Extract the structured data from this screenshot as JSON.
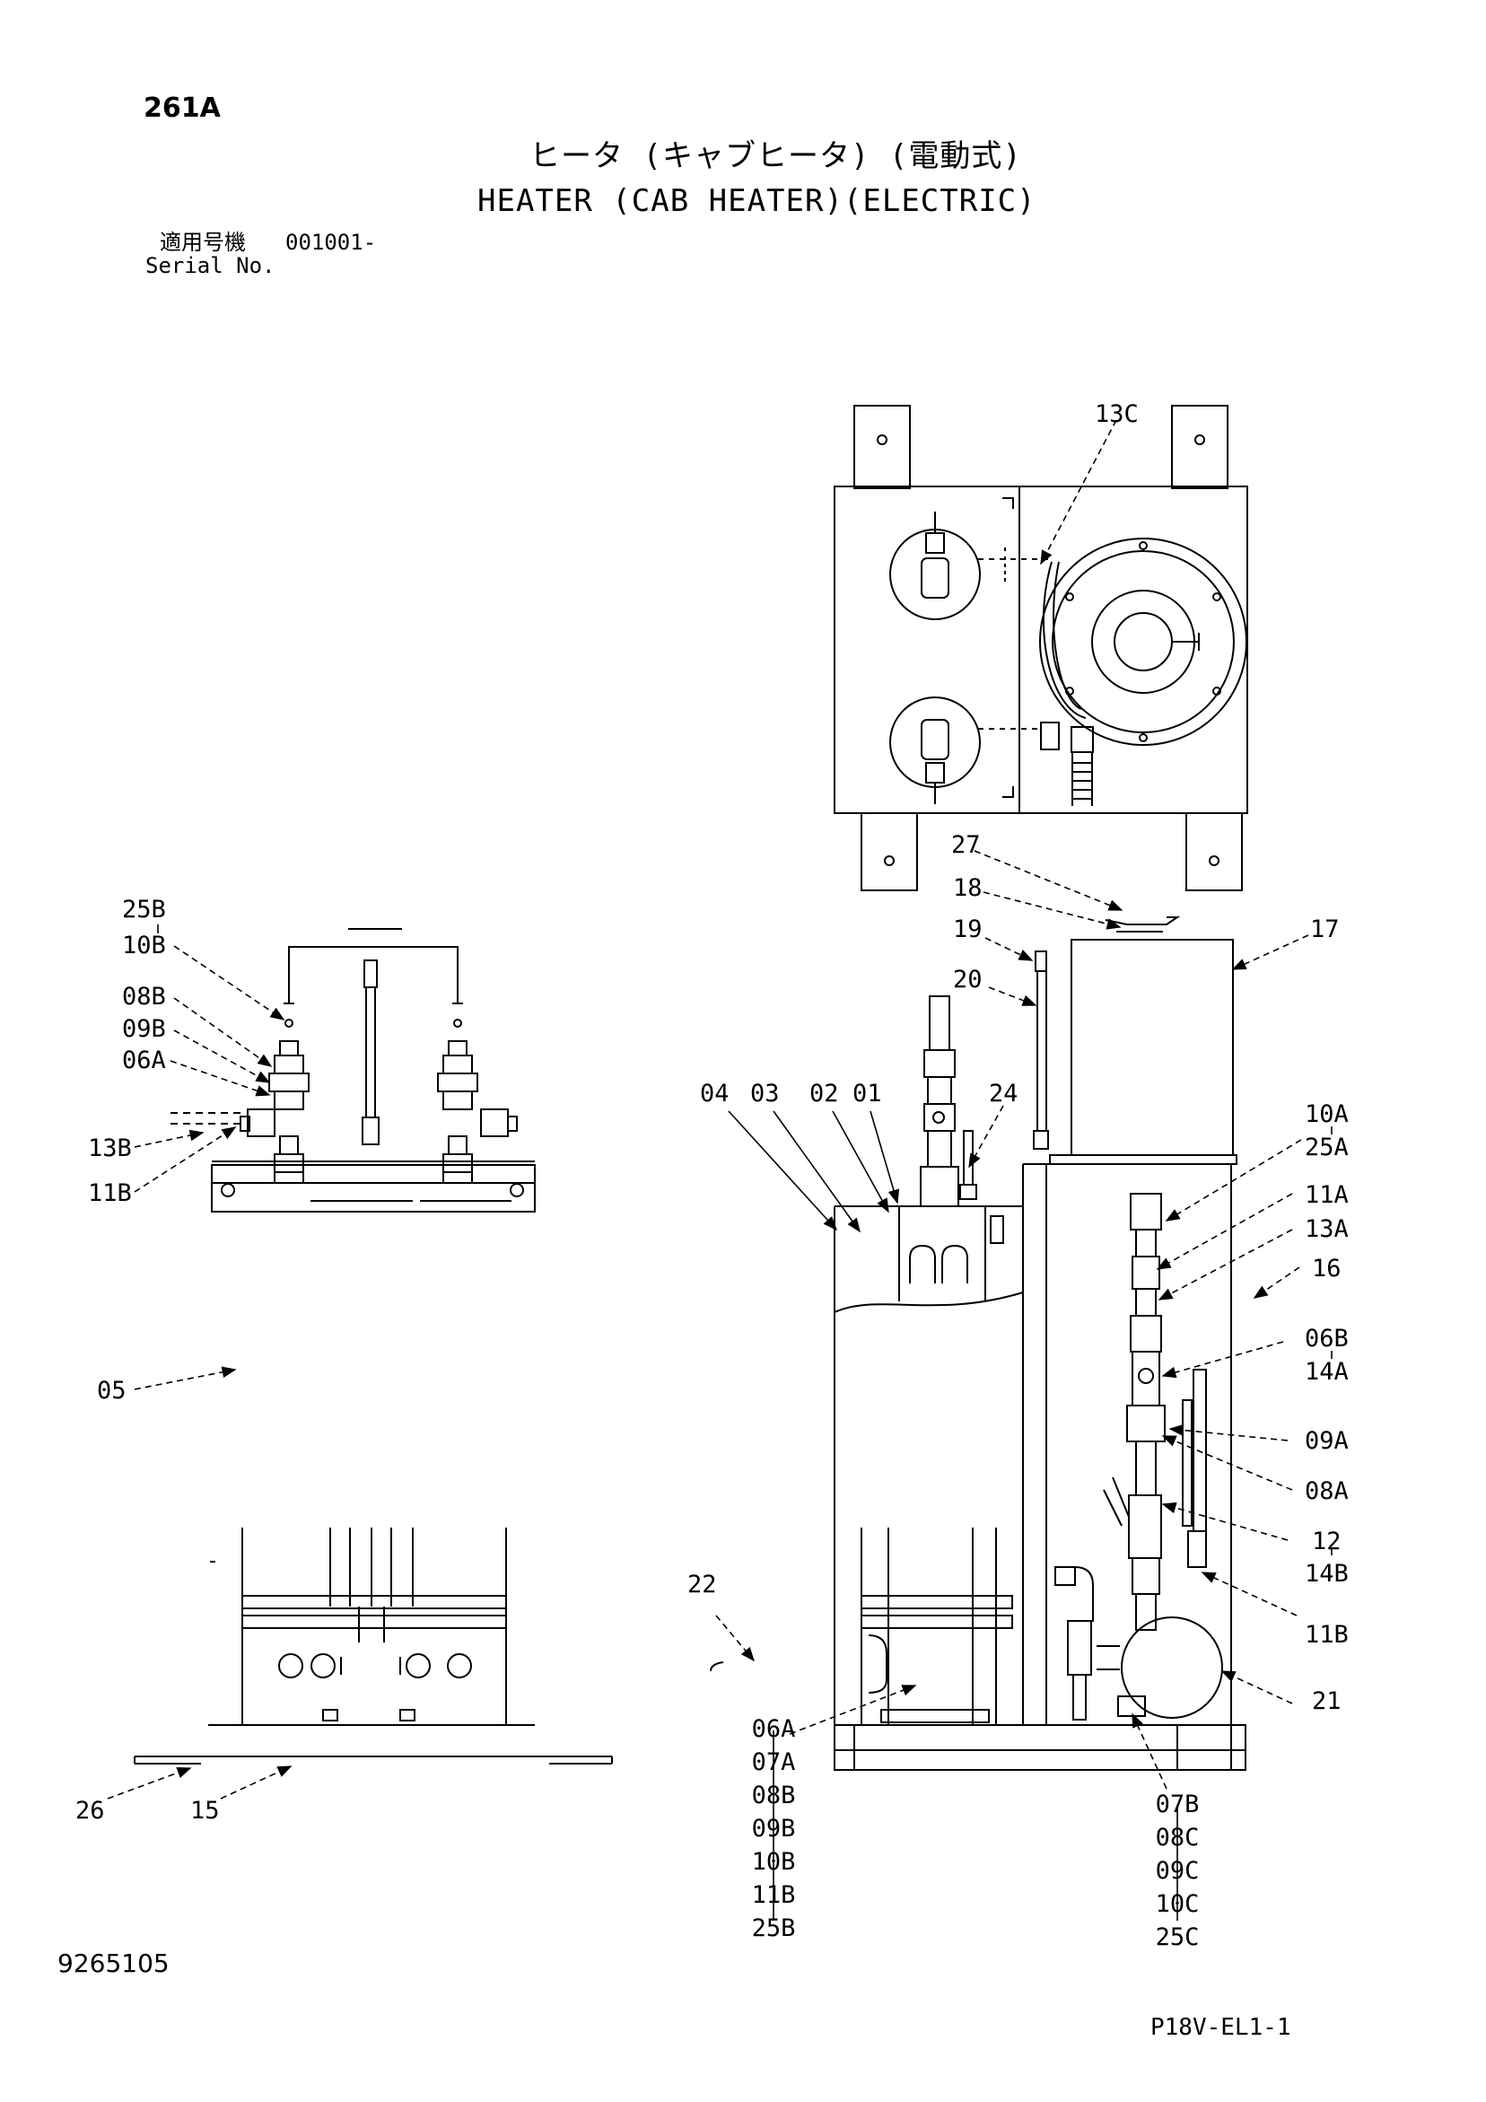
{
  "header": {
    "page_code": "261A",
    "title_jp": "ヒータ (キャブヒータ) (電動式)",
    "title_en": "HEATER (CAB HEATER)(ELECTRIC)",
    "serial_label_jp": "適用号機",
    "serial_value": "001001-",
    "serial_label_en": "Serial No."
  },
  "callouts": {
    "c13C": "13C",
    "c27": "27",
    "c18": "18",
    "c19": "19",
    "c20": "20",
    "c17": "17",
    "c24": "24",
    "c04": "04",
    "c03": "03",
    "c02": "02",
    "c01": "01",
    "c10A": "10A",
    "c25A": "25A",
    "c11A": "11A",
    "c13A": "13A",
    "c16": "16",
    "c06B": "06B",
    "c14A": "14A",
    "c09A": "09A",
    "c08A": "08A",
    "c12": "12",
    "c14B": "14B",
    "c11B_r": "11B",
    "c21": "21",
    "c22": "22",
    "c25B": "25B",
    "c10B": "10B",
    "c08B": "08B",
    "c09B": "09B",
    "c06A": "06A",
    "c13B": "13B",
    "c11B_l": "11B",
    "c05": "05",
    "c26": "26",
    "c15": "15"
  },
  "stack_left": [
    "06A",
    "07A",
    "08B",
    "09B",
    "10B",
    "11B",
    "25B"
  ],
  "stack_right": [
    "07B",
    "08C",
    "09C",
    "10C",
    "25C"
  ],
  "footer": {
    "drawing_number": "9265105",
    "page_ref": "P18V-EL1-1"
  }
}
